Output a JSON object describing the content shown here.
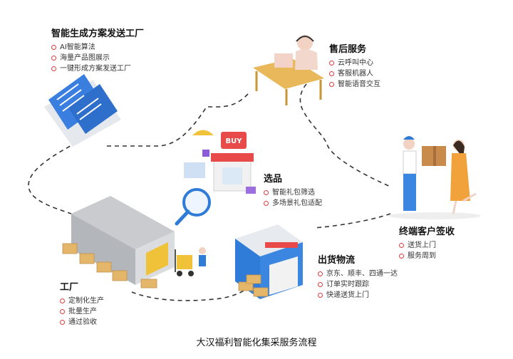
{
  "blocks": {
    "solution_factory": {
      "title": "智能生成方案发送工厂",
      "items": [
        "AI智能算法",
        "海量产品图展示",
        "一键形成方案发送工厂"
      ]
    },
    "after_sales": {
      "title": "售后服务",
      "items": [
        "云呼叫中心",
        "客服机器人",
        "智能语音交互"
      ]
    },
    "selection": {
      "title": "选品",
      "items": [
        "智能礼包筛选",
        "多场景礼包适配"
      ]
    },
    "end_customer": {
      "title": "终端客户签收",
      "items": [
        "送货上门",
        "服务周到"
      ]
    },
    "shipping": {
      "title": "出货物流",
      "items": [
        "京东、顺丰、四通一达",
        "订单实时跟踪",
        "快递送货上门"
      ]
    },
    "factory": {
      "title": "工厂",
      "items": [
        "定制化生产",
        "批量生产",
        "通过验收"
      ]
    }
  },
  "illustrations": {
    "shop_sign": "BUY"
  },
  "caption": "大汉福利智能化集采服务流程",
  "colors": {
    "bullet": "#e23c3c",
    "accent_blue": "#2f7bd8",
    "path": "#333333"
  },
  "icons": [
    "document-stack-icon",
    "headset-agent-icon",
    "shop-icon",
    "magnifier-icon",
    "warehouse-icon",
    "forklift-icon",
    "delivery-building-icon",
    "delivery-handoff-icon"
  ]
}
